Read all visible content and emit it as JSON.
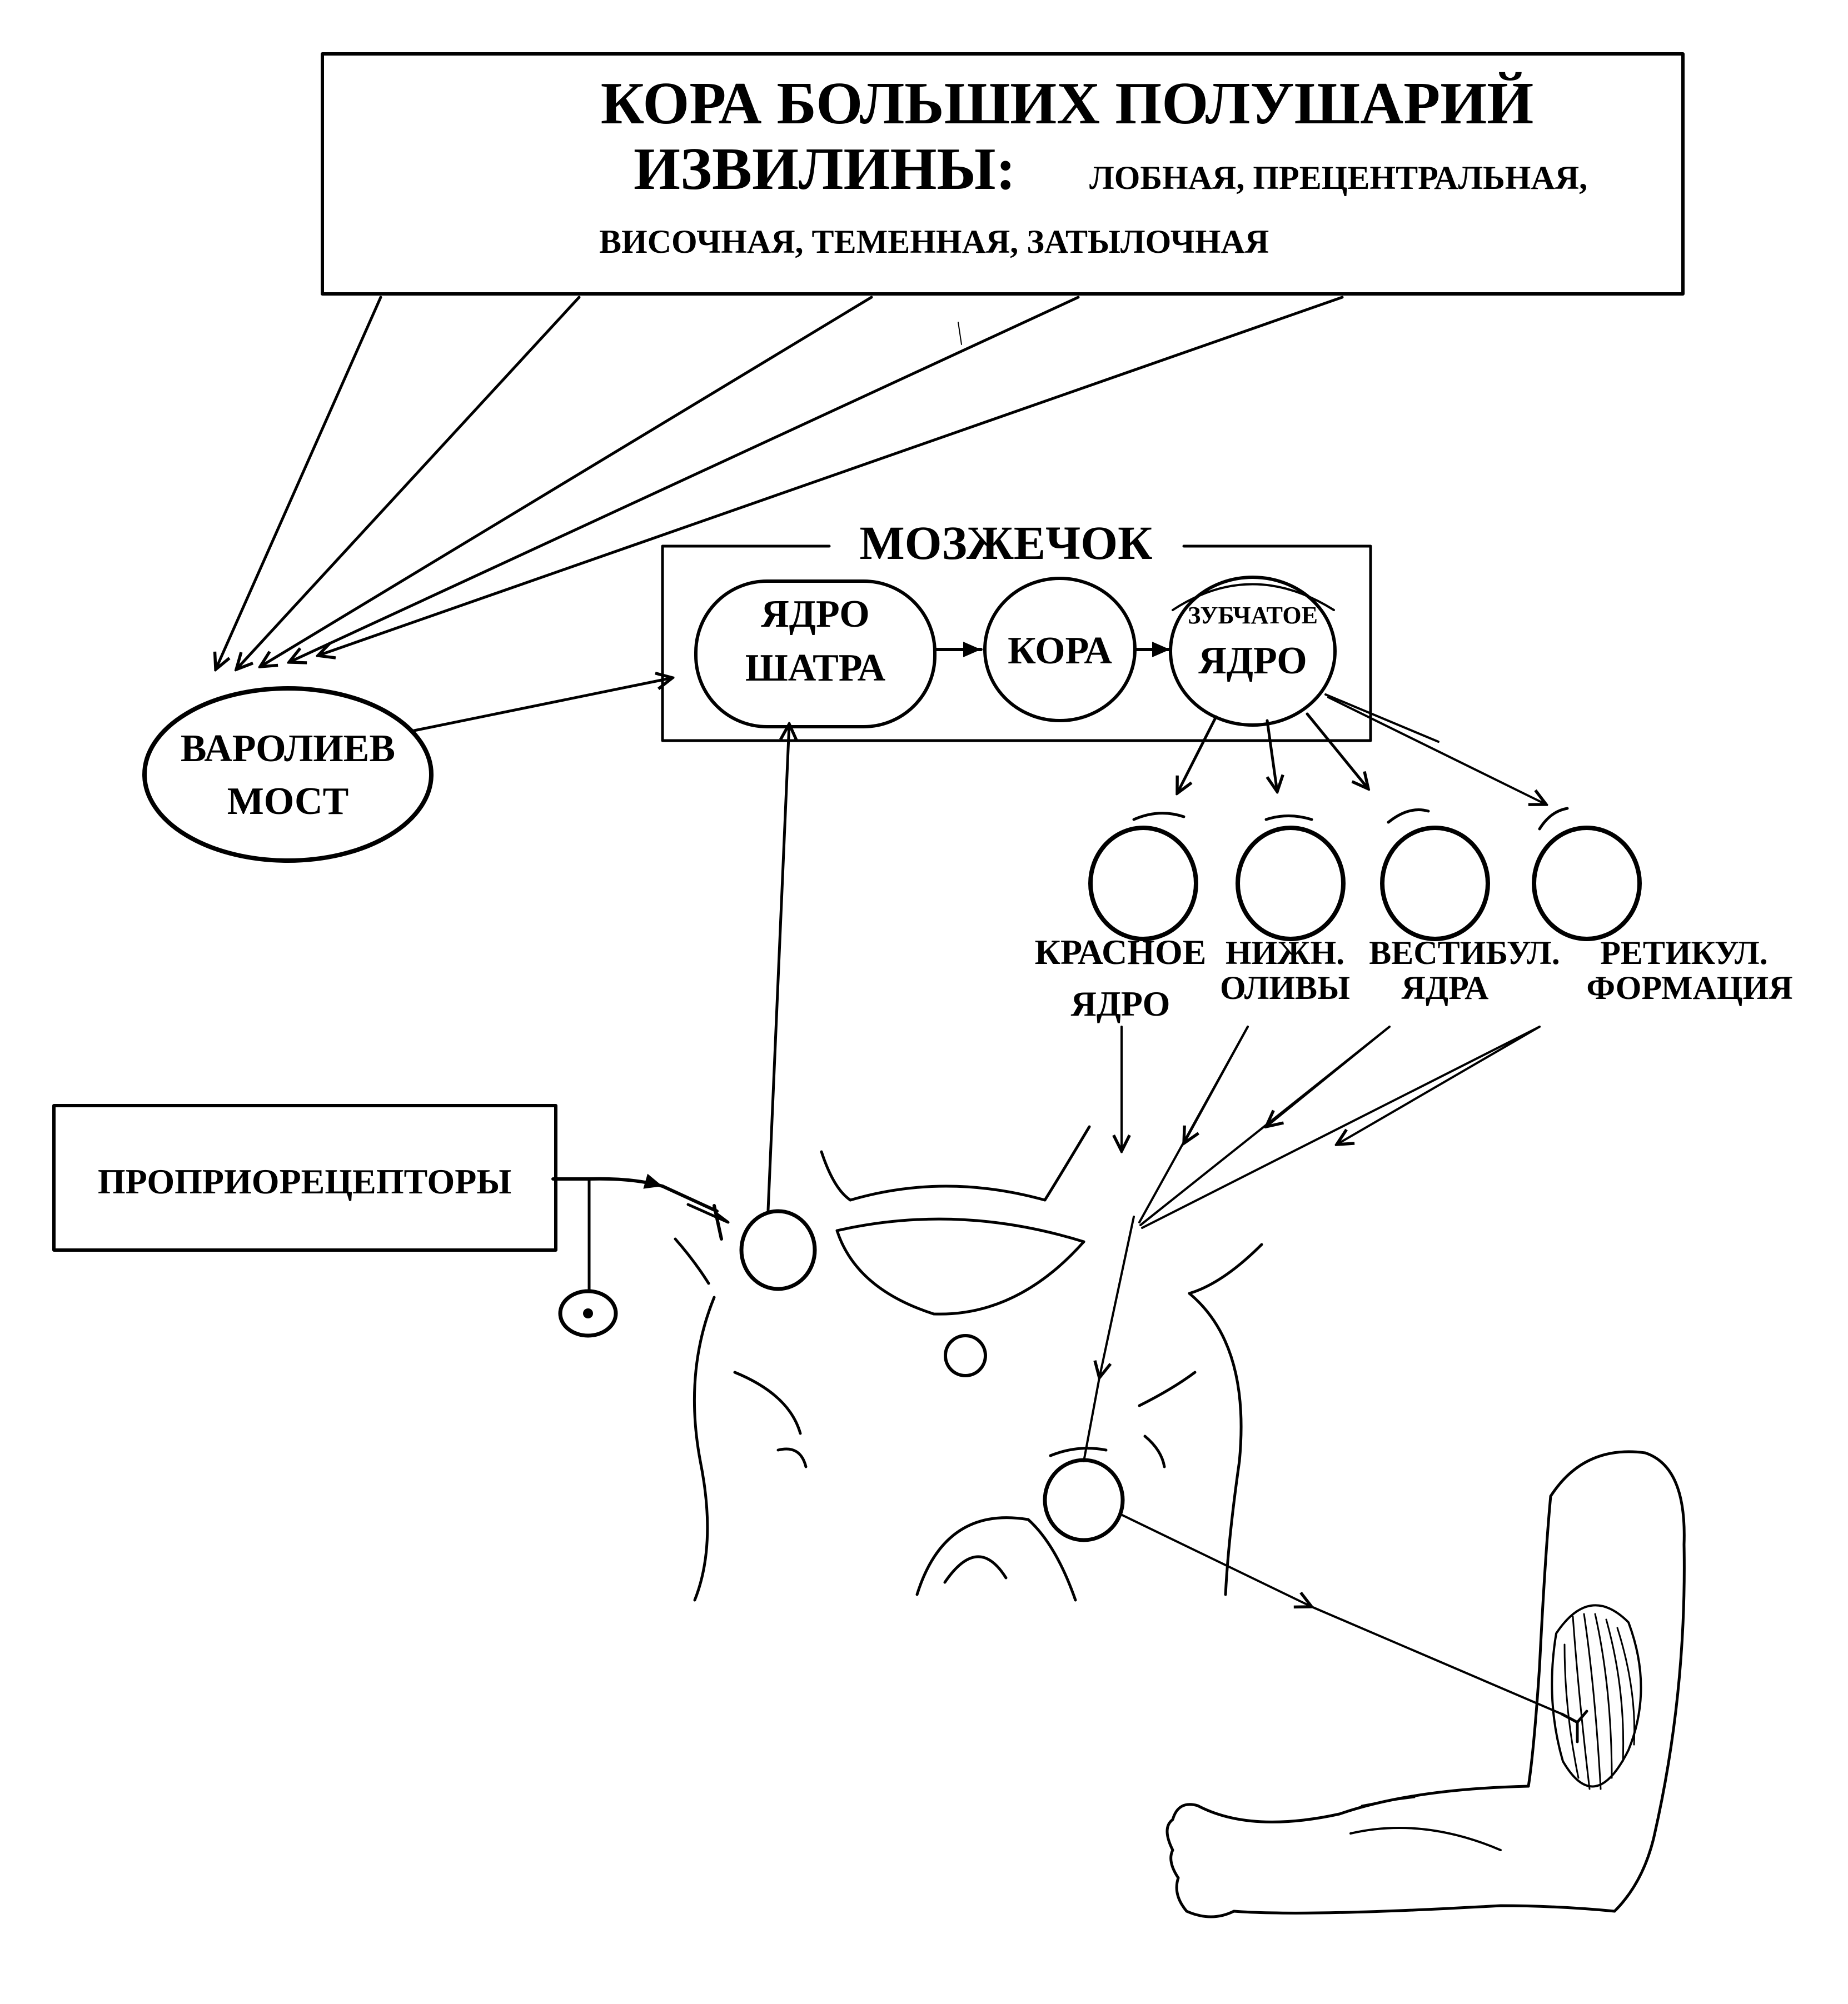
{
  "cortex": {
    "title": "КОРА БОЛЬШИХ ПОЛУШАРИЙ",
    "gyri_heading": "ИЗВИЛИНЫ:",
    "gyri_line1": "ЛОБНАЯ, ПРЕЦЕНТРАЛЬНАЯ,",
    "gyri_line2": "ВИСОЧНАЯ, ТЕМЕННАЯ, ЗАТЫЛОЧНАЯ"
  },
  "pons": {
    "line1": "ВАРОЛИЕВ",
    "line2": "МОСТ"
  },
  "cerebellum": {
    "title": "МОЗЖЕЧОК",
    "fastigial": {
      "line1": "ЯДРО",
      "line2": "ШАТРА"
    },
    "cortex": "КОРА",
    "dentate": {
      "line1": "ЗУБЧАТОЕ",
      "line2": "ЯДРО"
    }
  },
  "brainstem_nuclei": [
    {
      "line1": "КРАСНОЕ",
      "line2": "ЯДРО"
    },
    {
      "line1": "НИЖН.",
      "line2": "ОЛИВЫ"
    },
    {
      "line1": "ВЕСТИБУЛ.",
      "line2": "ЯДРА"
    },
    {
      "line1": "РЕТИКУЛ.",
      "line2": "ФОРМАЦИЯ"
    }
  ],
  "receptors": {
    "label": "ПРОПРИОРЕЦЕПТОРЫ"
  }
}
